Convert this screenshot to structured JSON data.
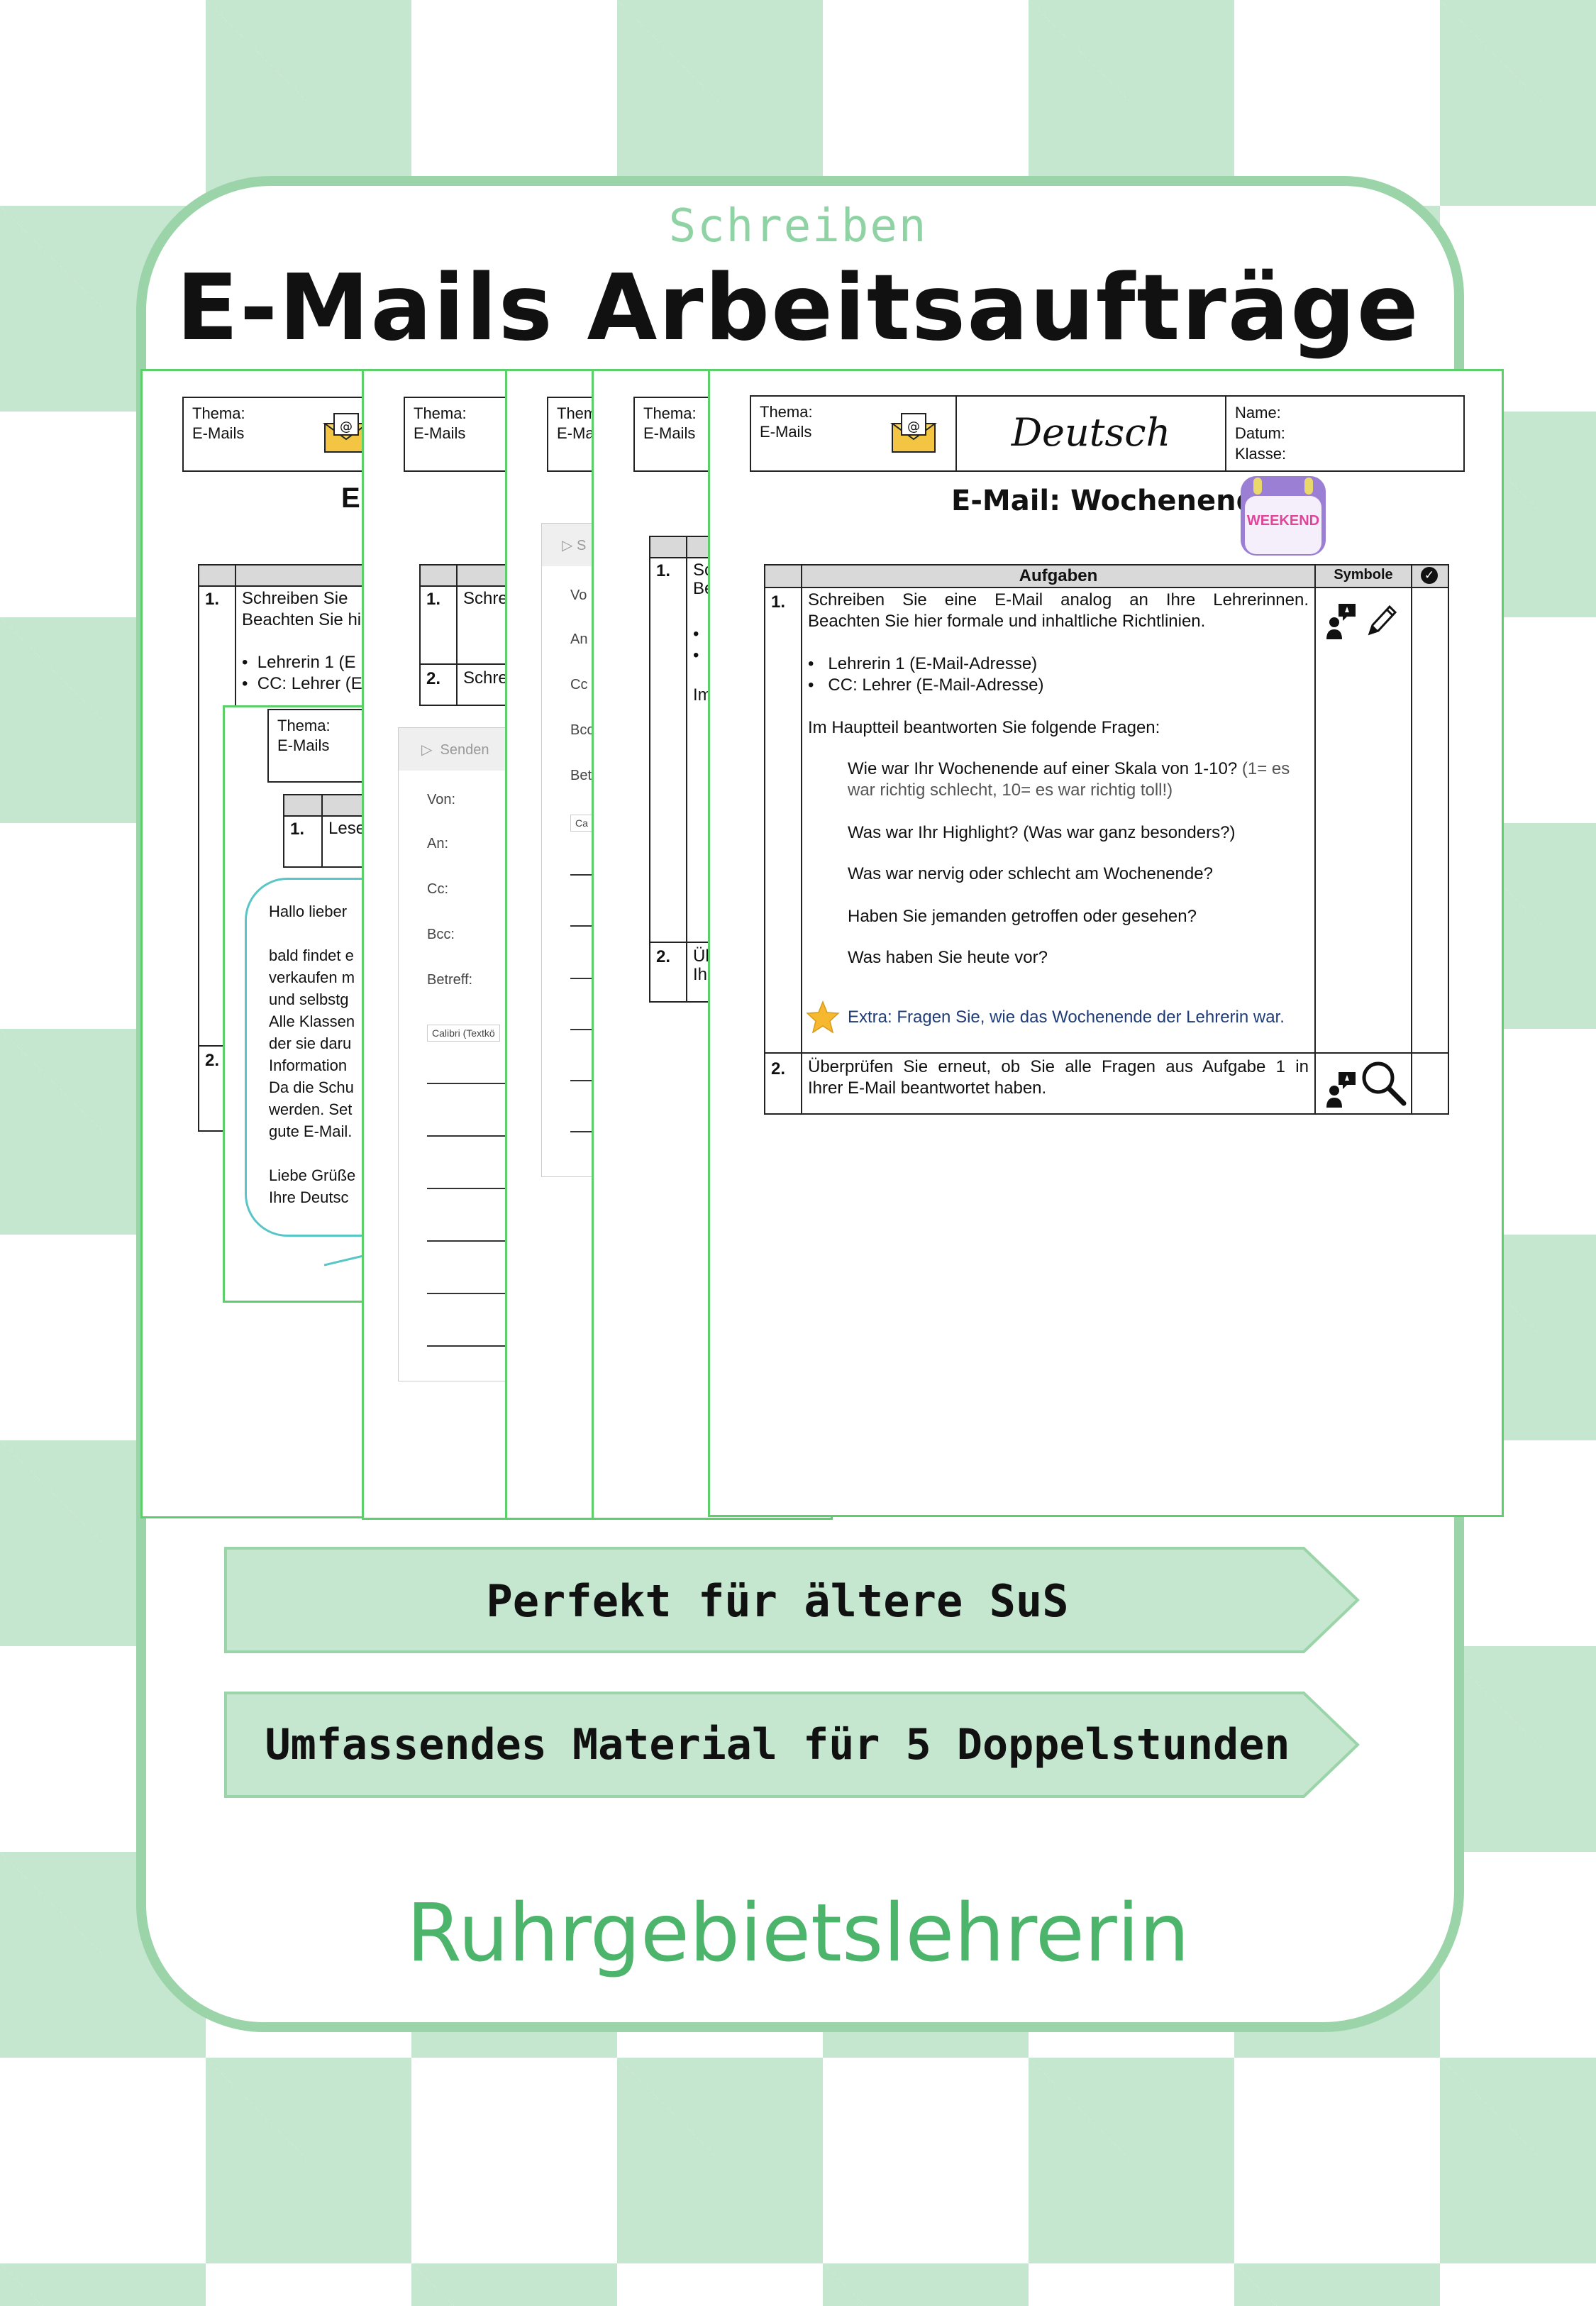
{
  "header": {
    "subtitle": "Schreiben",
    "title": "E-Mails Arbeitsaufträge"
  },
  "colors": {
    "checker": "#c5e6cf",
    "card_border": "#9bd4a8",
    "sheet_border": "#5ccf6a",
    "brand": "#4cb56b"
  },
  "sheet_back": {
    "thema_label": "Thema:",
    "thema_value": "E-Mails",
    "item1_text": "Schreiben Sie",
    "item1_text2": "Beachten Sie hi",
    "bullet1": "Lehrerin 1 (E",
    "bullet2": "CC: Lehrer (E",
    "item2_num": "2.",
    "inner_thema_label": "Thema:",
    "inner_thema_value": "E-Mails",
    "inner_item_text": "Lese",
    "letter_lines": [
      "Hallo lieber",
      "bald findet e",
      "verkaufen m",
      "und selbstg",
      "Alle Klassen",
      "der sie daru",
      "Information",
      "Da die Schu",
      "werden. Set",
      "gute E-Mail.",
      "Liebe Grüße",
      "Ihre Deutsc"
    ]
  },
  "sheet_two": {
    "thema_label": "Thema:",
    "thema_value": "E-Mails",
    "item1_text": "Schre",
    "item2_text": "Schre",
    "send_label": "Senden",
    "from_label": "Von:",
    "to_label": "An:",
    "cc_label": "Cc:",
    "bcc_label": "Bcc:",
    "subject_label": "Betreff:",
    "font_label": "Calibri (Textkö"
  },
  "sheet_three": {
    "thema_label": "Them",
    "thema_value": "E-Ma",
    "send_label": "S",
    "from_label": "Vo",
    "to_label": "An",
    "cc_label": "Cc",
    "bcc_label": "Bcc",
    "subject_label": "Bet",
    "font_label": "Ca"
  },
  "sheet_four": {
    "thema_label": "Thema:",
    "thema_value": "E-Mails",
    "item1_text": "Sc",
    "item1_text2": "Be",
    "item1_text3": "Im",
    "item2_text": "Üb",
    "item2_text2": "Ih"
  },
  "sheet_front": {
    "thema_label": "Thema:",
    "thema_value": "E-Mails",
    "subject": "Deutsch",
    "name_label": "Name:",
    "date_label": "Datum:",
    "class_label": "Klasse:",
    "heading": "E-Mail: Wochenende",
    "badge": "WEEKEND",
    "table_header": "Aufgaben",
    "symbols_header": "Symbole",
    "items": [
      {
        "num": "1.",
        "line1": "Schreiben Sie eine E-Mail analog an Ihre Lehrerinnen.",
        "line2": "Beachten Sie hier formale und inhaltliche Richtlinien.",
        "bullet1": "Lehrerin 1 (E-Mail-Adresse)",
        "bullet2": "CC: Lehrer (E-Mail-Adresse)",
        "intro": "Im Hauptteil beantworten Sie folgende Fragen:",
        "questions": [
          {
            "main": "Wie war Ihr Wochenende auf einer Skala von 1-10?",
            "extra": "(1= es",
            "extra2": "war richtig schlecht, 10= es war richtig toll!)"
          },
          {
            "main": "Was war Ihr Highlight? (Was war ganz besonders?)"
          },
          {
            "main": "Was war nervig oder schlecht am Wochenende?"
          },
          {
            "main": "Haben Sie jemanden getroffen oder gesehen?"
          },
          {
            "main": "Was haben Sie heute vor?"
          }
        ],
        "extra_task": "Extra: Fragen Sie, wie das Wochenende der Lehrerin war."
      },
      {
        "num": "2.",
        "line1": "Überprüfen Sie erneut, ob Sie alle Fragen aus Aufgabe 1 in",
        "line2": "Ihrer E-Mail beantwortet haben."
      }
    ]
  },
  "banners": [
    {
      "text": "Perfekt für ältere SuS"
    },
    {
      "text": "Umfassendes Material für 5 Doppelstunden"
    }
  ],
  "brand": "Ruhrgebietslehrerin"
}
